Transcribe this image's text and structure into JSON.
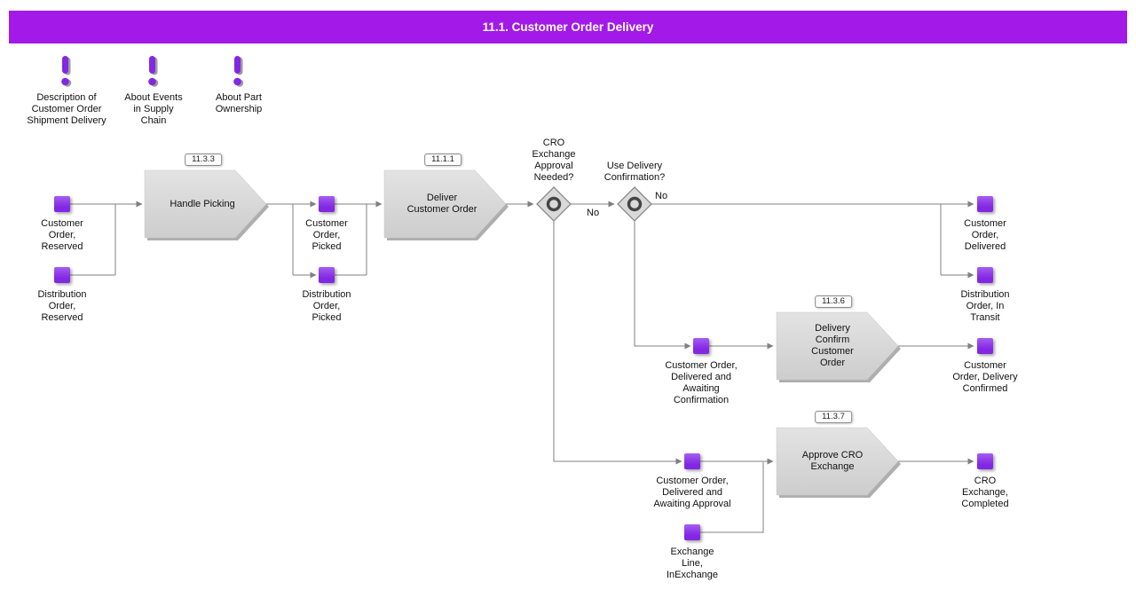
{
  "header": {
    "title": "11.1. Customer Order Delivery"
  },
  "colors": {
    "header_bg": "#A219E8",
    "node_purple": "#8227E3",
    "shape_gray": "#D8D8D8",
    "line_gray": "#808080"
  },
  "notes": [
    {
      "label": "Description of\nCustomer Order\nShipment Delivery"
    },
    {
      "label": "About Events\nin Supply\nChain"
    },
    {
      "label": "About Part\nOwnership"
    }
  ],
  "processes": [
    {
      "tag": "11.3.3",
      "label": "Handle Picking"
    },
    {
      "tag": "11.1.1",
      "label": "Deliver\nCustomer Order"
    },
    {
      "tag": "11.3.6",
      "label": "Delivery\nConfirm\nCustomer\nOrder"
    },
    {
      "tag": "11.3.7",
      "label": "Approve CRO\nExchange"
    }
  ],
  "gateways": [
    {
      "label": "CRO\nExchange\nApproval\nNeeded?"
    },
    {
      "label": "Use Delivery\nConfirmation?"
    }
  ],
  "edge_labels": [
    {
      "text": "No"
    },
    {
      "text": "No"
    }
  ],
  "data_objects": [
    {
      "label": "Customer\nOrder,\nReserved"
    },
    {
      "label": "Distribution\nOrder,\nReserved"
    },
    {
      "label": "Customer\nOrder,\nPicked"
    },
    {
      "label": "Distribution\nOrder,\nPicked"
    },
    {
      "label": "Customer\nOrder,\nDelivered"
    },
    {
      "label": "Distribution\nOrder, In\nTransit"
    },
    {
      "label": "Customer Order,\nDelivered and\nAwaiting\nConfirmation"
    },
    {
      "label": "Customer\nOrder, Delivery\nConfirmed"
    },
    {
      "label": "Customer Order,\nDelivered and\nAwaiting Approval"
    },
    {
      "label": "CRO\nExchange,\nCompleted"
    },
    {
      "label": "Exchange\nLine,\nInExchange"
    }
  ]
}
